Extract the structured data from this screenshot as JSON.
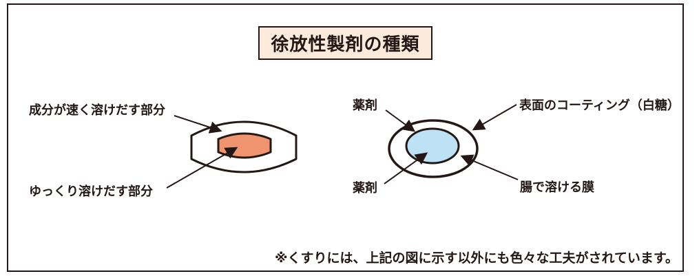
{
  "title": "徐放性製剤の種類",
  "colors": {
    "line": "#231815",
    "title_bg": "#FCEBDC",
    "tablet_core_orange": "#F0946F",
    "capsule_core_blue": "#BDE2F5",
    "shape_fill_white": "#FFFFFF"
  },
  "left_diagram": {
    "label_fast_part": "成分が速く溶けだす部分",
    "label_slow_part": "ゆっくり溶けだす部分"
  },
  "right_diagram": {
    "label_drug_top": "薬剤",
    "label_coating": "表面のコーティング（白糖）",
    "label_drug_bottom": "薬剤",
    "label_membrane": "腸で溶ける膜"
  },
  "footnote": "※くすりには、上記の図に示す以外にも色々な工夫がされています。"
}
